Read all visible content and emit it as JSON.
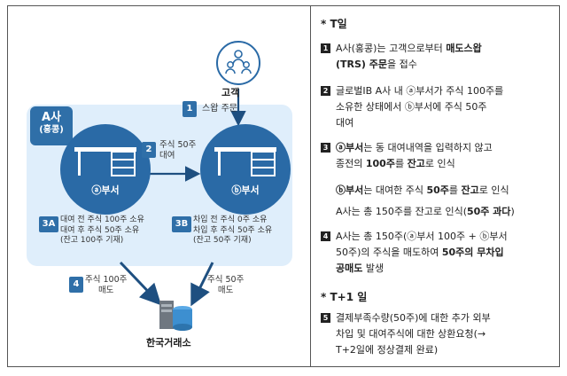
{
  "diagram": {
    "customer_label": "고객",
    "company_tag_line1": "A사",
    "company_tag_line2": "(홍콩)",
    "dept_a": "ⓐ부서",
    "dept_b": "ⓑ부서",
    "exchange_label": "한국거래소",
    "step1": {
      "num": "1",
      "text": "스왑 주문"
    },
    "step2": {
      "num": "2",
      "text_line1": "주식 50주",
      "text_line2": "대여"
    },
    "step3a": {
      "num": "3A",
      "line1": "대여 전 주식 100주 소유",
      "line2": "대여 후 주식 50주 소유",
      "line3": "(잔고 100주 기재)"
    },
    "step3b": {
      "num": "3B",
      "line1": "차입 전 주식 0주 소유",
      "line2": "차입 후 주식 50주 소유",
      "line3": "(잔고 50주 기재)"
    },
    "step4": {
      "num": "4",
      "text_line1": "주식 100주",
      "text_line2": "매도"
    },
    "step4b": {
      "text_line1": "주식 50주",
      "text_line2": "매도"
    },
    "colors": {
      "primary": "#2a6aa6",
      "zone": "#dfeefb",
      "arrow": "#1e4f80"
    }
  },
  "notes": {
    "t_header": "* T일",
    "item1": {
      "num": "1",
      "a": "A사(홍콩)는 고객으로부터 ",
      "b": "매도스왑",
      "c": "(TRS) 주문",
      "d": "을 접수"
    },
    "item2": {
      "num": "2",
      "line1": "글로벌IB A사 내 ⓐ부서가 주식 100주를",
      "line2": "소유한 상태에서 ⓑ부서에 주식 50주",
      "line3": "대여"
    },
    "item3": {
      "num": "3",
      "a": "ⓐ부서",
      "b": "는 동 대여내역을 입력하지 않고",
      "c": "종전의 ",
      "d": "100주",
      "e": "를 ",
      "f": "잔고",
      "g": "로 인식"
    },
    "item3b": {
      "a": "ⓑ부서",
      "b": "는 대여한 주식 ",
      "c": "50주",
      "d": "를 ",
      "e": "잔고",
      "f": "로 인식"
    },
    "item3c": {
      "a": "A사는 총 150주를 잔고로 인식(",
      "b": "50주 과다",
      "c": ")"
    },
    "item4": {
      "num": "4",
      "line1": "A사는 총 150주(ⓐ부서 100주 + ⓑ부서",
      "a": "50주)의 주식을 매도하여 ",
      "b": "50주의 무차입",
      "c": "공매도",
      "d": " 발생"
    },
    "t1_header": "* T+1 일",
    "item5": {
      "num": "5",
      "line1": "결제부족수량(50주)에 대한 추가 외부",
      "line2": "차입 및 대여주식에 대한 상환요청(→",
      "line3": "T+2일에 정상결제 완료)"
    }
  }
}
